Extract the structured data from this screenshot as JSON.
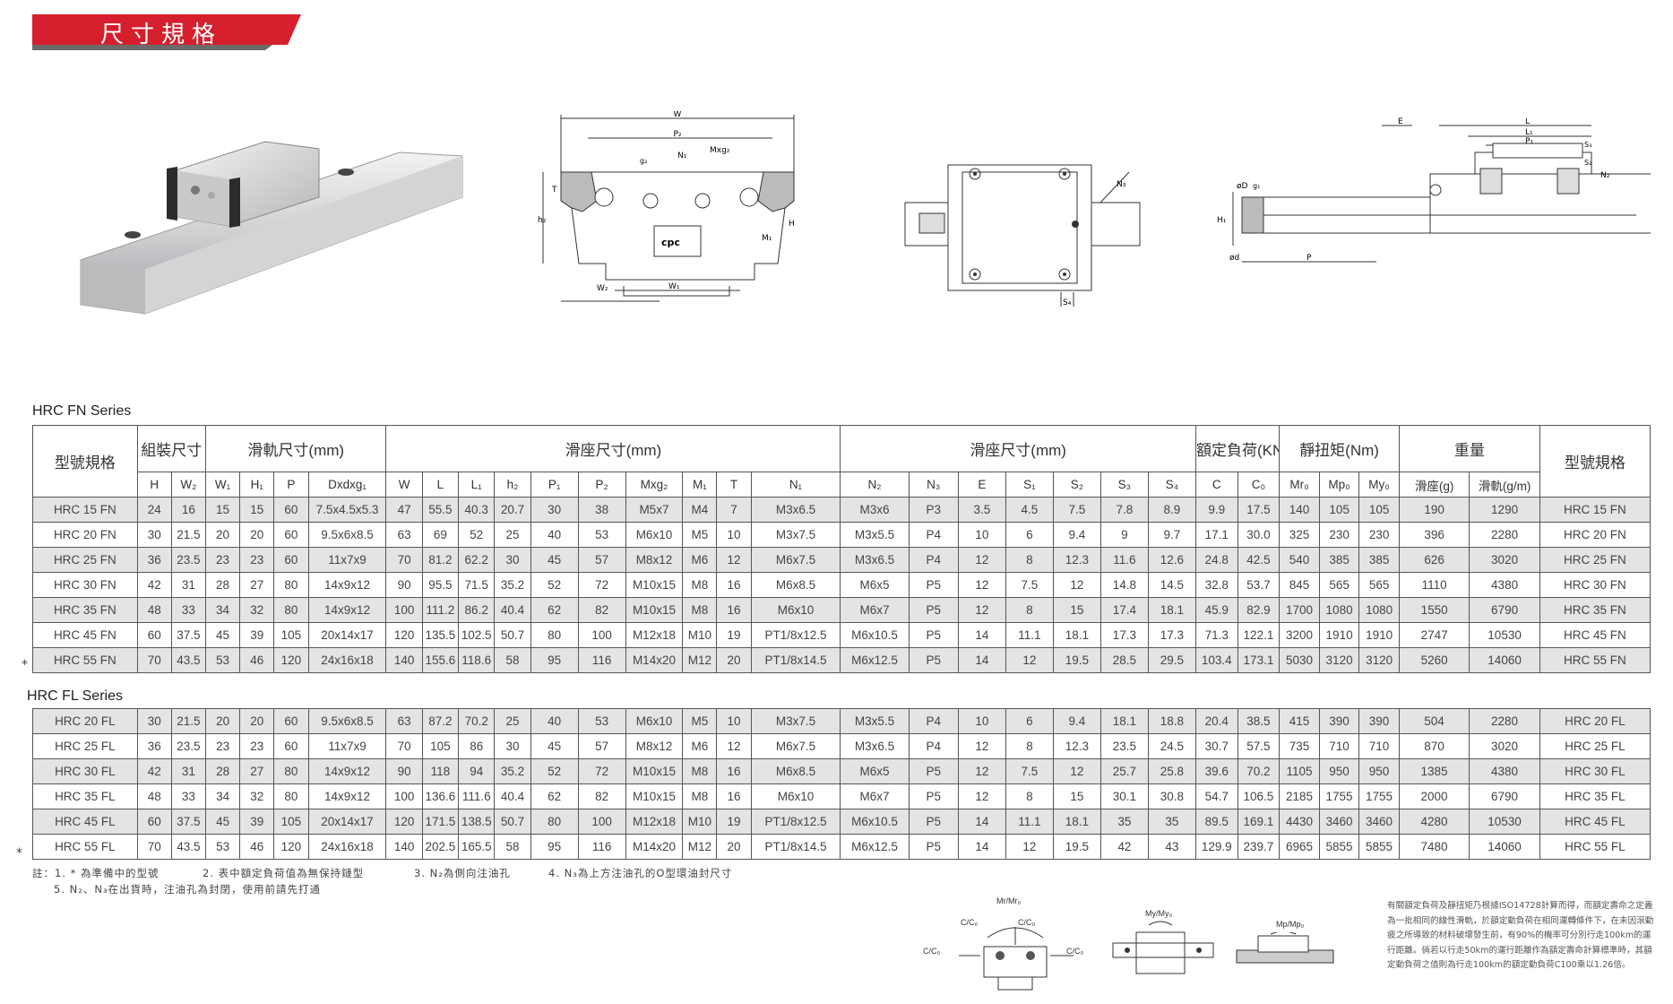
{
  "section_title": "尺寸規格",
  "fn_series_label": "HRC FN Series",
  "fl_series_label": "HRC FL Series",
  "header": {
    "model": "型號規格",
    "assembly": "組裝尺寸",
    "rail": "滑軌尺寸(mm)",
    "block": "滑座尺寸(mm)",
    "block2": "滑座尺寸(mm)",
    "load": "額定負荷(KN)",
    "moment": "靜扭矩(Nm)",
    "weight": "重量",
    "model_right": "型號規格",
    "cols": [
      "H",
      "W₂",
      "W₁",
      "H₁",
      "P",
      "Dxdxg₁",
      "W",
      "L",
      "L₁",
      "h₂",
      "P₁",
      "P₂",
      "Mxg₂",
      "M₁",
      "T",
      "N₁",
      "N₂",
      "N₃",
      "E",
      "S₁",
      "S₂",
      "S₃",
      "S₄",
      "C",
      "C₀",
      "Mr₀",
      "Mp₀",
      "My₀",
      "滑座(g)",
      "滑軌(g/m)"
    ]
  },
  "fn_rows": [
    [
      "HRC 15 FN",
      "24",
      "16",
      "15",
      "15",
      "60",
      "7.5x4.5x5.3",
      "47",
      "55.5",
      "40.3",
      "20.7",
      "30",
      "38",
      "M5x7",
      "M4",
      "7",
      "M3x6.5",
      "M3x6",
      "P3",
      "3.5",
      "4.5",
      "7.5",
      "7.8",
      "8.9",
      "9.9",
      "17.5",
      "140",
      "105",
      "105",
      "190",
      "1290",
      "HRC 15 FN"
    ],
    [
      "HRC 20 FN",
      "30",
      "21.5",
      "20",
      "20",
      "60",
      "9.5x6x8.5",
      "63",
      "69",
      "52",
      "25",
      "40",
      "53",
      "M6x10",
      "M5",
      "10",
      "M3x7.5",
      "M3x5.5",
      "P4",
      "10",
      "6",
      "9.4",
      "9",
      "9.7",
      "17.1",
      "30.0",
      "325",
      "230",
      "230",
      "396",
      "2280",
      "HRC 20 FN"
    ],
    [
      "HRC 25 FN",
      "36",
      "23.5",
      "23",
      "23",
      "60",
      "11x7x9",
      "70",
      "81.2",
      "62.2",
      "30",
      "45",
      "57",
      "M8x12",
      "M6",
      "12",
      "M6x7.5",
      "M3x6.5",
      "P4",
      "12",
      "8",
      "12.3",
      "11.6",
      "12.6",
      "24.8",
      "42.5",
      "540",
      "385",
      "385",
      "626",
      "3020",
      "HRC 25 FN"
    ],
    [
      "HRC 30 FN",
      "42",
      "31",
      "28",
      "27",
      "80",
      "14x9x12",
      "90",
      "95.5",
      "71.5",
      "35.2",
      "52",
      "72",
      "M10x15",
      "M8",
      "16",
      "M6x8.5",
      "M6x5",
      "P5",
      "12",
      "7.5",
      "12",
      "14.8",
      "14.5",
      "32.8",
      "53.7",
      "845",
      "565",
      "565",
      "1110",
      "4380",
      "HRC 30 FN"
    ],
    [
      "HRC 35 FN",
      "48",
      "33",
      "34",
      "32",
      "80",
      "14x9x12",
      "100",
      "111.2",
      "86.2",
      "40.4",
      "62",
      "82",
      "M10x15",
      "M8",
      "16",
      "M6x10",
      "M6x7",
      "P5",
      "12",
      "8",
      "15",
      "17.4",
      "18.1",
      "45.9",
      "82.9",
      "1700",
      "1080",
      "1080",
      "1550",
      "6790",
      "HRC 35 FN"
    ],
    [
      "HRC 45 FN",
      "60",
      "37.5",
      "45",
      "39",
      "105",
      "20x14x17",
      "120",
      "135.5",
      "102.5",
      "50.7",
      "80",
      "100",
      "M12x18",
      "M10",
      "19",
      "PT1/8x12.5",
      "M6x10.5",
      "P5",
      "14",
      "11.1",
      "18.1",
      "17.3",
      "17.3",
      "71.3",
      "122.1",
      "3200",
      "1910",
      "1910",
      "2747",
      "10530",
      "HRC 45 FN"
    ],
    [
      "HRC 55 FN",
      "70",
      "43.5",
      "53",
      "46",
      "120",
      "24x16x18",
      "140",
      "155.6",
      "118.6",
      "58",
      "95",
      "116",
      "M14x20",
      "M12",
      "20",
      "PT1/8x14.5",
      "M6x12.5",
      "P5",
      "14",
      "12",
      "19.5",
      "28.5",
      "29.5",
      "103.4",
      "173.1",
      "5030",
      "3120",
      "3120",
      "5260",
      "14060",
      "HRC 55 FN"
    ]
  ],
  "fl_rows": [
    [
      "HRC 20 FL",
      "30",
      "21.5",
      "20",
      "20",
      "60",
      "9.5x6x8.5",
      "63",
      "87.2",
      "70.2",
      "25",
      "40",
      "53",
      "M6x10",
      "M5",
      "10",
      "M3x7.5",
      "M3x5.5",
      "P4",
      "10",
      "6",
      "9.4",
      "18.1",
      "18.8",
      "20.4",
      "38.5",
      "415",
      "390",
      "390",
      "504",
      "2280",
      "HRC 20 FL"
    ],
    [
      "HRC 25 FL",
      "36",
      "23.5",
      "23",
      "23",
      "60",
      "11x7x9",
      "70",
      "105",
      "86",
      "30",
      "45",
      "57",
      "M8x12",
      "M6",
      "12",
      "M6x7.5",
      "M3x6.5",
      "P4",
      "12",
      "8",
      "12.3",
      "23.5",
      "24.5",
      "30.7",
      "57.5",
      "735",
      "710",
      "710",
      "870",
      "3020",
      "HRC 25 FL"
    ],
    [
      "HRC 30 FL",
      "42",
      "31",
      "28",
      "27",
      "80",
      "14x9x12",
      "90",
      "118",
      "94",
      "35.2",
      "52",
      "72",
      "M10x15",
      "M8",
      "16",
      "M6x8.5",
      "M6x5",
      "P5",
      "12",
      "7.5",
      "12",
      "25.7",
      "25.8",
      "39.6",
      "70.2",
      "1105",
      "950",
      "950",
      "1385",
      "4380",
      "HRC 30 FL"
    ],
    [
      "HRC 35 FL",
      "48",
      "33",
      "34",
      "32",
      "80",
      "14x9x12",
      "100",
      "136.6",
      "111.6",
      "40.4",
      "62",
      "82",
      "M10x15",
      "M8",
      "16",
      "M6x10",
      "M6x7",
      "P5",
      "12",
      "8",
      "15",
      "30.1",
      "30.8",
      "54.7",
      "106.5",
      "2185",
      "1755",
      "1755",
      "2000",
      "6790",
      "HRC 35 FL"
    ],
    [
      "HRC 45 FL",
      "60",
      "37.5",
      "45",
      "39",
      "105",
      "20x14x17",
      "120",
      "171.5",
      "138.5",
      "50.7",
      "80",
      "100",
      "M12x18",
      "M10",
      "19",
      "PT1/8x12.5",
      "M6x10.5",
      "P5",
      "14",
      "11.1",
      "18.1",
      "35",
      "35",
      "89.5",
      "169.1",
      "4430",
      "3460",
      "3460",
      "4280",
      "10530",
      "HRC 45 FL"
    ],
    [
      "HRC 55 FL",
      "70",
      "43.5",
      "53",
      "46",
      "120",
      "24x16x18",
      "140",
      "202.5",
      "165.5",
      "58",
      "95",
      "116",
      "M14x20",
      "M12",
      "20",
      "PT1/8x14.5",
      "M6x12.5",
      "P5",
      "14",
      "12",
      "19.5",
      "42",
      "43",
      "129.9",
      "239.7",
      "6965",
      "5855",
      "5855",
      "7480",
      "14060",
      "HRC 55 FL"
    ]
  ],
  "star": "*",
  "notes": {
    "n1": "註：1. * 為準備中的型號",
    "n2": "2. 表中額定負荷值為無保持鏈型",
    "n3": "3. N₂為側向注油孔",
    "n4": "4. N₃為上方注油孔的O型環油封尺寸",
    "n5": "5. N₂、N₃在出貨時，注油孔為封閉，使用前請先打通"
  },
  "bottom_paragraph": "有關額定負荷及靜扭矩乃根據ISO14728計算而得，而額定壽命之定義為一批相同的線性滑軌，於額定動負荷在相同運轉條件下，在未因滾動疲之所導致的材料破壞發生前，有90%的機率可分別行走100km的運行距離。倘若以行走50km的運行距離作為額定壽命計算標準時，其額定動負荷之值則為行走100km的額定動負荷C100乘以1.26倍。",
  "load_labels": {
    "mr": "Mr/Mr₀",
    "c1": "C/C₀",
    "c2": "C/C₀",
    "c_left": "C/C₀",
    "c_right": "C/C₀",
    "my": "My/My₀",
    "mp": "Mp/Mp₀"
  },
  "drawing_labels": {
    "w": "W",
    "p2": "P₂",
    "n1": "N₁",
    "mxg2": "Mxg₂",
    "g2": "g₂",
    "t": "T",
    "h2": "h₂",
    "h": "H",
    "m1": "M₁",
    "w2": "W₂",
    "w1": "W₁",
    "n3": "N₃",
    "s4": "S₄",
    "e": "E",
    "l": "L",
    "l1": "L₁",
    "p1": "P₁",
    "s3": "S₃",
    "s2": "S₂",
    "n2": "N₂",
    "od": "øD",
    "g1": "g₁",
    "h1": "H₁",
    "d": "ød",
    "p": "P",
    "logo": "cpc"
  }
}
